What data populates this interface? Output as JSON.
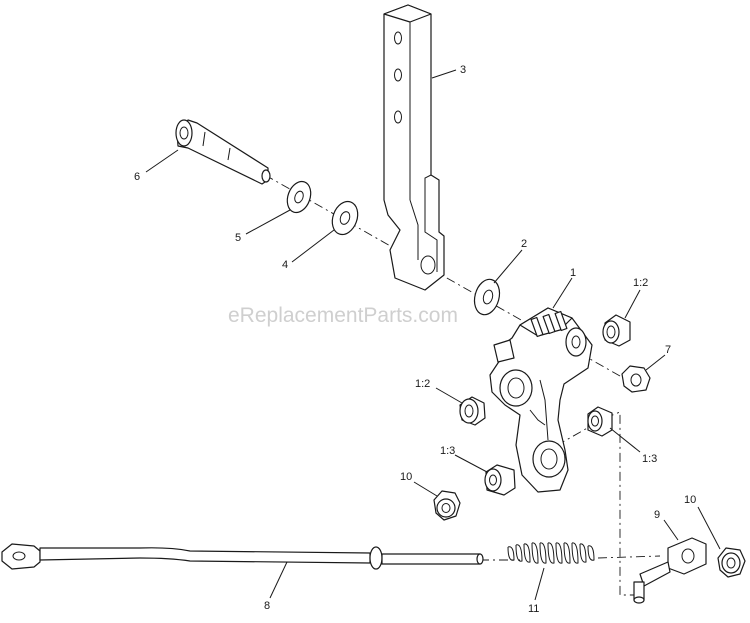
{
  "watermark": "eReplacementParts.com",
  "callouts": {
    "c1": "1",
    "c2": "2",
    "c3": "3",
    "c4": "4",
    "c5": "5",
    "c6": "6",
    "c7": "7",
    "c8": "8",
    "c9": "9",
    "c10a": "10",
    "c10b": "10",
    "c11": "11",
    "c12a": "1:2",
    "c12b": "1:2",
    "c13a": "1:3",
    "c13b": "1:3"
  }
}
